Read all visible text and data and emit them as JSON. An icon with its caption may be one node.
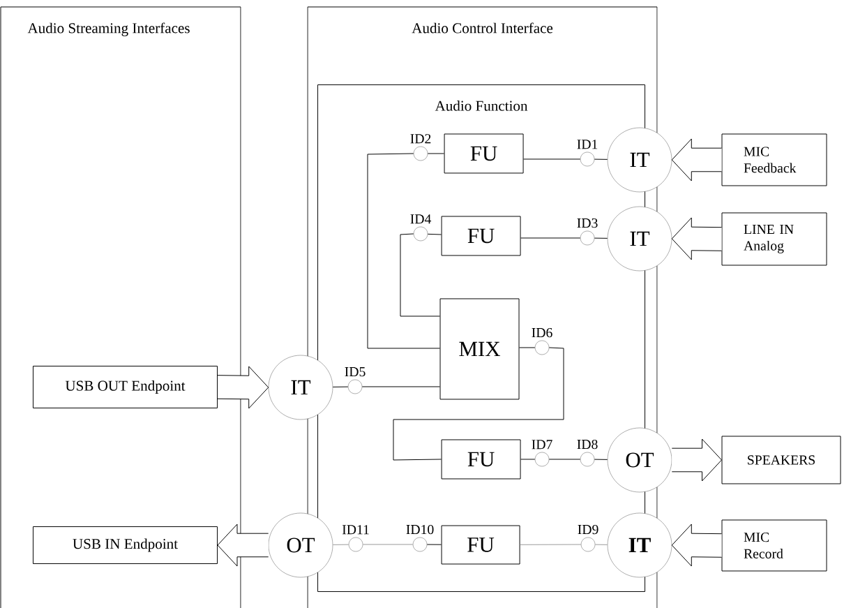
{
  "diagram": {
    "nodes": [
      {
        "text": [
          "Audio Streaming Interfaces"
        ]
      },
      {
        "text": [
          "Audio Control Interface"
        ]
      },
      {
        "text": [
          "Audio Function"
        ],
        "in": 1
      },
      {
        "text": [
          "ID2"
        ],
        "in": 2
      },
      {
        "text": [
          "FU"
        ],
        "in": 2
      },
      {
        "text": [
          "ID1"
        ],
        "in": 2
      },
      {
        "text": [
          "IT"
        ]
      },
      {
        "text": [
          "MIC Feedback"
        ]
      },
      {
        "text": [
          "ID4"
        ],
        "in": 2
      },
      {
        "text": [
          "FU"
        ],
        "in": 2
      },
      {
        "text": [
          "ID3"
        ],
        "in": 2
      },
      {
        "text": [
          "IT"
        ]
      },
      {
        "text": [
          "LINE IN Analog"
        ]
      },
      {
        "text": [
          "USB OUT Endpoint"
        ],
        "in": 0
      },
      {
        "text": [
          "IT"
        ]
      },
      {
        "text": [
          "ID5"
        ],
        "in": 2
      },
      {
        "text": [
          "MIX"
        ],
        "in": 2
      },
      {
        "text": [
          "ID6"
        ],
        "in": 2
      },
      {
        "text": [
          "FU"
        ],
        "in": 2
      },
      {
        "text": [
          "ID7"
        ],
        "in": 2
      },
      {
        "text": [
          "ID8"
        ],
        "in": 2
      },
      {
        "text": [
          "OT"
        ]
      },
      {
        "text": [
          "SPEAKERS"
        ]
      },
      {
        "text": [
          "USB IN Endpoint"
        ],
        "in": 0
      },
      {
        "text": [
          "OT"
        ]
      },
      {
        "text": [
          "ID11"
        ],
        "in": 2
      },
      {
        "text": [
          "ID10"
        ],
        "in": 2
      },
      {
        "text": [
          "FU"
        ],
        "in": 2
      },
      {
        "text": [
          "ID9"
        ],
        "in": 2
      },
      {
        "text": [
          "IT"
        ]
      },
      {
        "text": [
          "MIC Record"
        ]
      }
    ],
    "edges": [
      {
        "from": 3,
        "to": 4,
        "arrow": "none"
      },
      {
        "from": 4,
        "to": 5,
        "arrow": "none"
      },
      {
        "from": 5,
        "to": 6,
        "arrow": "none"
      },
      {
        "from": 7,
        "to": 6,
        "arrow": "to",
        "style": "thick"
      },
      {
        "from": 3,
        "to": 16,
        "arrow": "none"
      },
      {
        "from": 8,
        "to": 9,
        "arrow": "none"
      },
      {
        "from": 9,
        "to": 10,
        "arrow": "none"
      },
      {
        "from": 10,
        "to": 11,
        "arrow": "none"
      },
      {
        "from": 12,
        "to": 11,
        "arrow": "to",
        "style": "thick"
      },
      {
        "from": 8,
        "to": 16,
        "arrow": "none"
      },
      {
        "from": 13,
        "to": 14,
        "arrow": "to",
        "style": "thick"
      },
      {
        "from": 14,
        "to": 15,
        "arrow": "none"
      },
      {
        "from": 15,
        "to": 16,
        "arrow": "none"
      },
      {
        "from": 16,
        "to": 17,
        "arrow": "none"
      },
      {
        "from": 17,
        "to": 18,
        "arrow": "none"
      },
      {
        "from": 18,
        "to": 19,
        "arrow": "none"
      },
      {
        "from": 19,
        "to": 20,
        "arrow": "none"
      },
      {
        "from": 20,
        "to": 21,
        "arrow": "none"
      },
      {
        "from": 21,
        "to": 22,
        "arrow": "to",
        "style": "thick"
      },
      {
        "from": 24,
        "to": 23,
        "arrow": "to",
        "style": "thick"
      },
      {
        "from": 24,
        "to": 25,
        "arrow": "none",
        "color": "#999999"
      },
      {
        "from": 25,
        "to": 26,
        "arrow": "none",
        "color": "#999999"
      },
      {
        "from": 26,
        "to": 27,
        "arrow": "none"
      },
      {
        "from": 27,
        "to": 28,
        "arrow": "none",
        "color": "#999999"
      },
      {
        "from": 28,
        "to": 29,
        "arrow": "none",
        "color": "#999999"
      },
      {
        "from": 30,
        "to": 29,
        "arrow": "to",
        "style": "thick"
      }
    ]
  }
}
